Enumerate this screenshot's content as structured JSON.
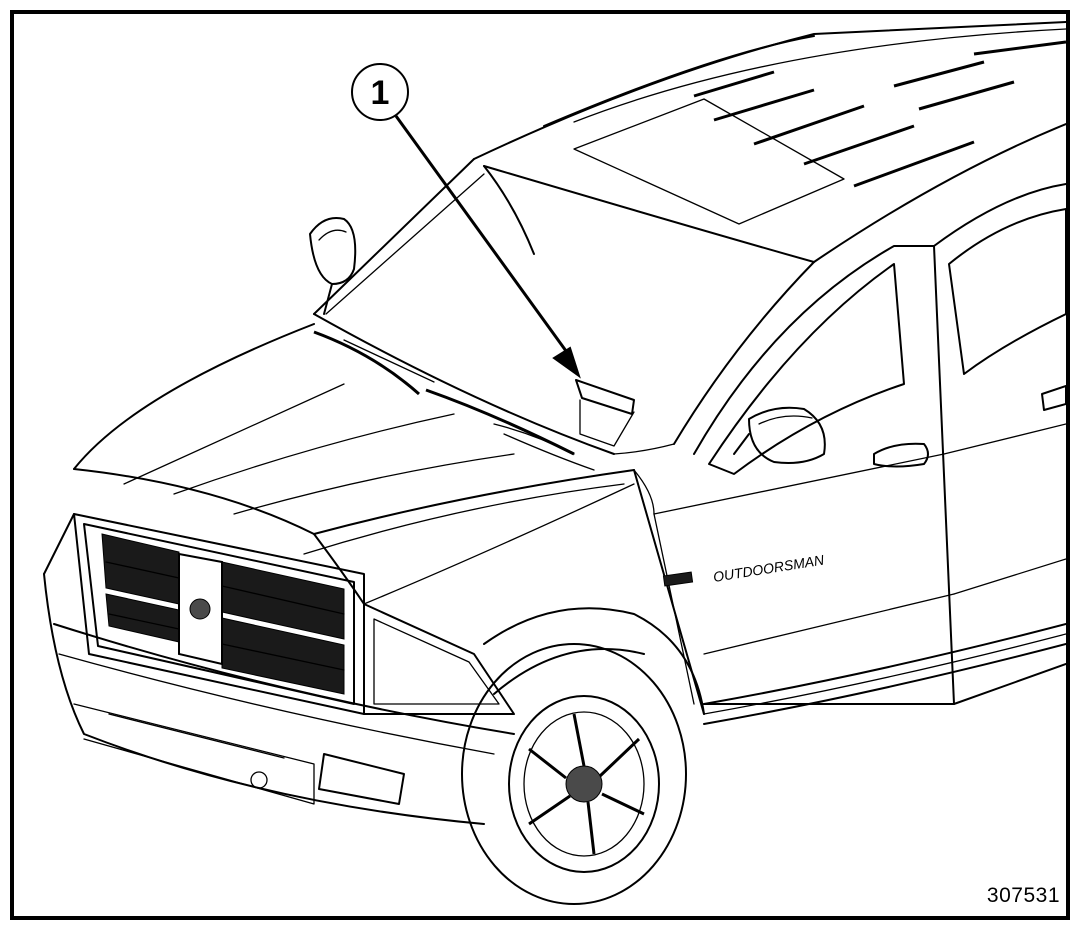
{
  "diagram": {
    "callout_label": "1",
    "figure_id": "307531",
    "badge_text": "OUTDOORSMAN",
    "colors": {
      "line": "#000000",
      "background": "#ffffff"
    }
  }
}
